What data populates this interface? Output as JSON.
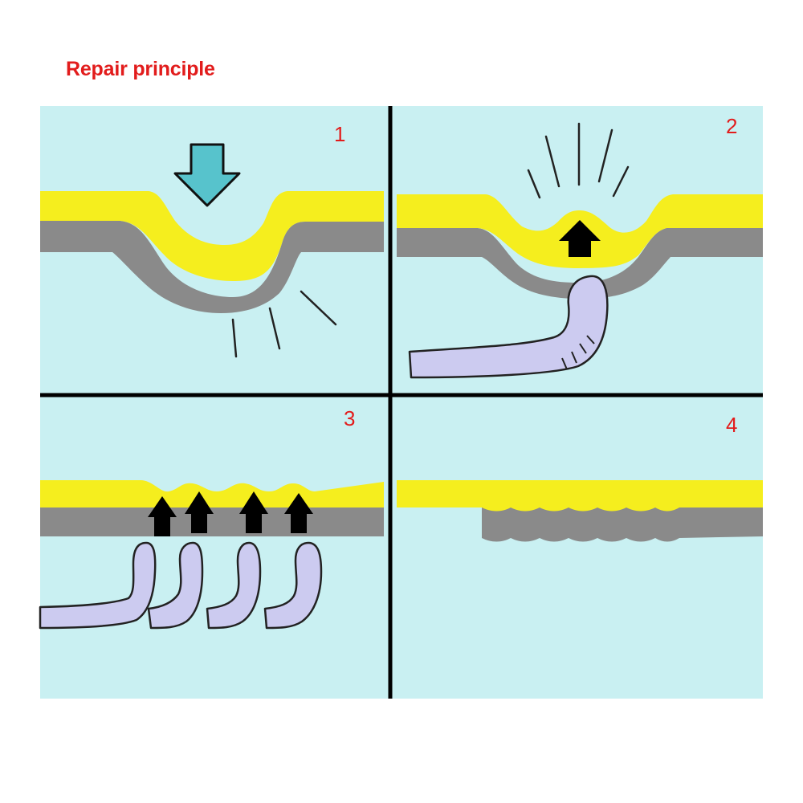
{
  "title": "Repair principle",
  "colors": {
    "title": "#e21c1c",
    "background": "#c9f0f2",
    "paint": "#f5ee1e",
    "metal": "#8a8a8a",
    "tool": "#cccbf0",
    "arrow_push": "#57c3cc",
    "arrow_lift": "#000000",
    "divider": "#000000",
    "number": "#e21c1c"
  },
  "panels": [
    {
      "number": "1",
      "step": "dent"
    },
    {
      "number": "2",
      "step": "push-out"
    },
    {
      "number": "3",
      "step": "multiple-push"
    },
    {
      "number": "4",
      "step": "repaired"
    }
  ],
  "icons": [
    "down-arrow-icon",
    "up-arrow-icon",
    "repair-rod-icon",
    "impact-lines-icon"
  ]
}
